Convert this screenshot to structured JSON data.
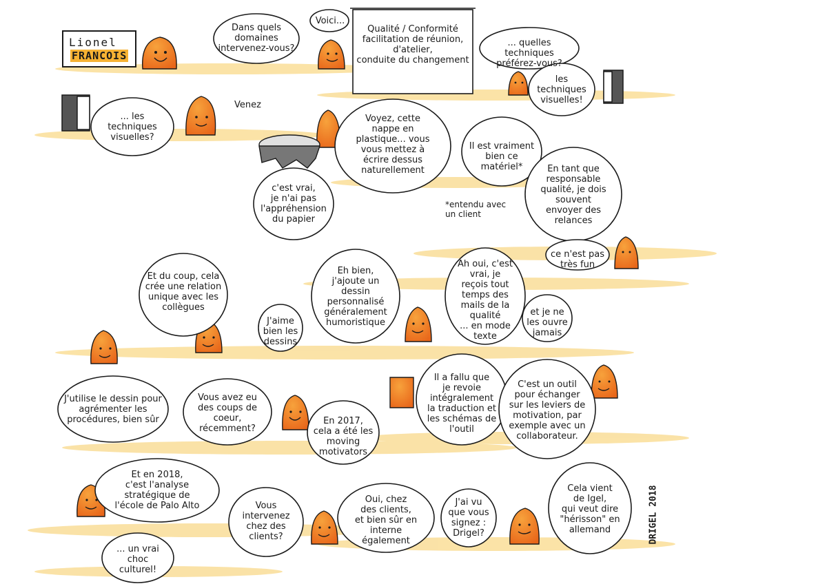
{
  "header": {
    "first_name": "Lionel",
    "last_name": "FRANCOIS"
  },
  "signature": "DRIGEL 2018",
  "bubbles": [
    {
      "id": "b1",
      "text": "Dans quels\ndomaines\nintervenez-vous?"
    },
    {
      "id": "b2",
      "text": "Voici..."
    },
    {
      "id": "b3",
      "text": "Qualité / Conformité\nfacilitation de réunion,\nd'atelier,\nconduite du changement"
    },
    {
      "id": "b4",
      "text": "... quelles techniques\npréférez-vous?"
    },
    {
      "id": "b5",
      "text": "les\ntechniques\nvisuelles!"
    },
    {
      "id": "b6",
      "text": "... les\ntechniques\nvisuelles?"
    },
    {
      "id": "b7",
      "text": "Venez"
    },
    {
      "id": "b8",
      "text": "Voyez, cette\nnappe en\nplastique... vous\nvous mettez à\nécrire dessus\nnaturellement"
    },
    {
      "id": "b9",
      "text": "Il est vraiment\nbien ce matériel*"
    },
    {
      "id": "b10",
      "text": "c'est vrai,\nje n'ai pas\nl'appréhension\ndu papier"
    },
    {
      "id": "b11",
      "text": "*entendu avec\nun client"
    },
    {
      "id": "b12",
      "text": "En tant que\nresponsable\nqualité, je dois\nsouvent\nenvoyer des\nrelances"
    },
    {
      "id": "b13",
      "text": "ce n'est pas\ntrès fun"
    },
    {
      "id": "b14",
      "text": "Et du coup, cela\ncrée une relation\nunique avec les\ncollègues"
    },
    {
      "id": "b15",
      "text": "Eh bien,\nj'ajoute un\ndessin\npersonnalisé\ngénéralement\nhumoristique"
    },
    {
      "id": "b16",
      "text": "Ah oui, c'est\nvrai, je\nreçois tout\ntemps des\nmails de la\nqualité\n... en mode\ntexte"
    },
    {
      "id": "b17",
      "text": "J'aime\nbien les\ndessins"
    },
    {
      "id": "b18",
      "text": "et je ne\nles ouvre\njamais"
    },
    {
      "id": "b19",
      "text": "J'utilise le dessin pour\nagrémenter les\nprocédures, bien sûr"
    },
    {
      "id": "b20",
      "text": "Vous avez eu\ndes coups de\ncoeur,\nrécemment?"
    },
    {
      "id": "b21",
      "text": "En 2017,\ncela a été les\nmoving\nmotivators"
    },
    {
      "id": "b22",
      "text": "Il a fallu que\nje revoie\nintégralement\nla traduction et\nles schémas de\nl'outil"
    },
    {
      "id": "b23",
      "text": "C'est un outil\npour échanger\nsur les leviers de\nmotivation, par\nexemple avec un\ncollaborateur."
    },
    {
      "id": "b24",
      "text": "Et en 2018,\nc'est l'analyse\nstratégique de\nl'école de Palo Alto"
    },
    {
      "id": "b25",
      "text": "Vous\nintervenez\nchez des\nclients?"
    },
    {
      "id": "b26",
      "text": "Oui, chez\ndes clients,\net bien sûr en\ninterne\négalement"
    },
    {
      "id": "b27",
      "text": "J'ai vu\nque vous\nsignez :\nDrigel?"
    },
    {
      "id": "b28",
      "text": "Cela vient\nde Igel,\nqui veut dire\n\"hérisson\" en\nallemand"
    },
    {
      "id": "b29",
      "text": "... un vrai\nchoc\nculturel!"
    }
  ],
  "colors": {
    "character": "#f07a1e",
    "character_light": "#f6a13a",
    "floor_wash": "#f9d98a",
    "ink": "#1a1a1a",
    "bubble_fill": "#ffffff",
    "bubble_shadow": "#d6d6d6"
  }
}
